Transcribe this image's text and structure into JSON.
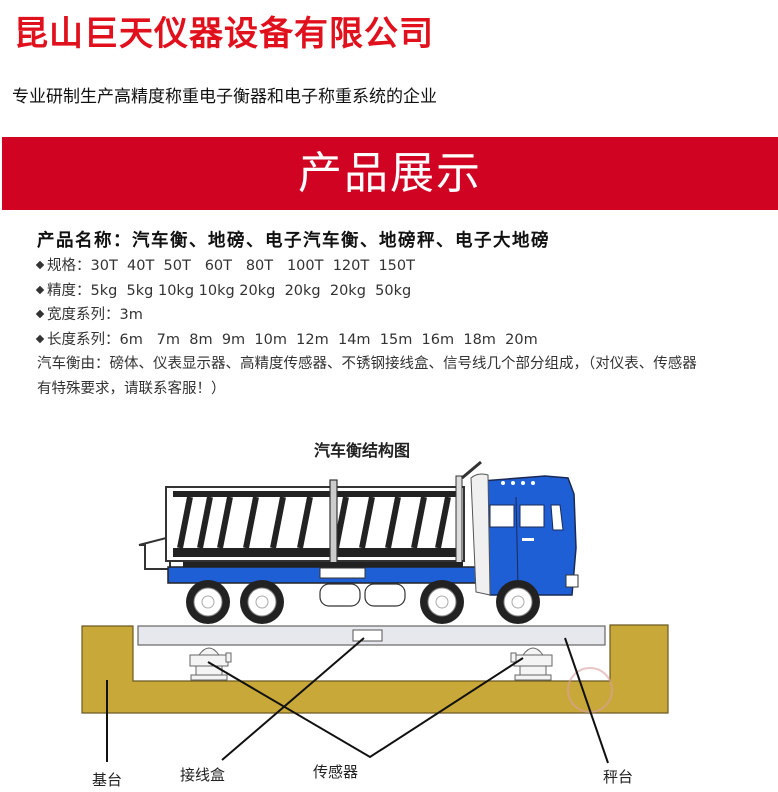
{
  "header": {
    "company_name": "昆山巨天仪器设备有限公司",
    "tagline": "专业研制生产高精度称重电子衡器和电子称重系统的企业",
    "brand_color": "#e0101c"
  },
  "banner": {
    "title": "产品展示",
    "background_color": "#d10322"
  },
  "product": {
    "name_line": "产品名称：汽车衡、地磅、电子汽车衡、地磅秤、电子大地磅",
    "specs": [
      {
        "label": "规格",
        "value": "30T  40T  50T   60T   80T   100T  120T  150T"
      },
      {
        "label": "精度",
        "value": "5kg  5kg 10kg 10kg 20kg  20kg  20kg  50kg"
      },
      {
        "label": "宽度系列",
        "value": "3m"
      },
      {
        "label": "长度系列",
        "value": "6m   7m  8m  9m  10m  12m  14m  15m  16m  18m  20m"
      }
    ],
    "description": "汽车衡由：磅体、仪表显示器、高精度传感器、不锈钢接线盒、信号线几个部分组成，（对仪表、传感器有特殊要求，请联系客服！）"
  },
  "diagram": {
    "title": "汽车衡结构图",
    "labels": {
      "foundation": "基台",
      "junction_box": "接线盒",
      "sensor": "传感器",
      "platform": "秤台"
    },
    "colors": {
      "truck_blue": "#1f5fd6",
      "foundation_gold": "#c9a83a",
      "platform_gray": "#e6e8ee"
    }
  }
}
